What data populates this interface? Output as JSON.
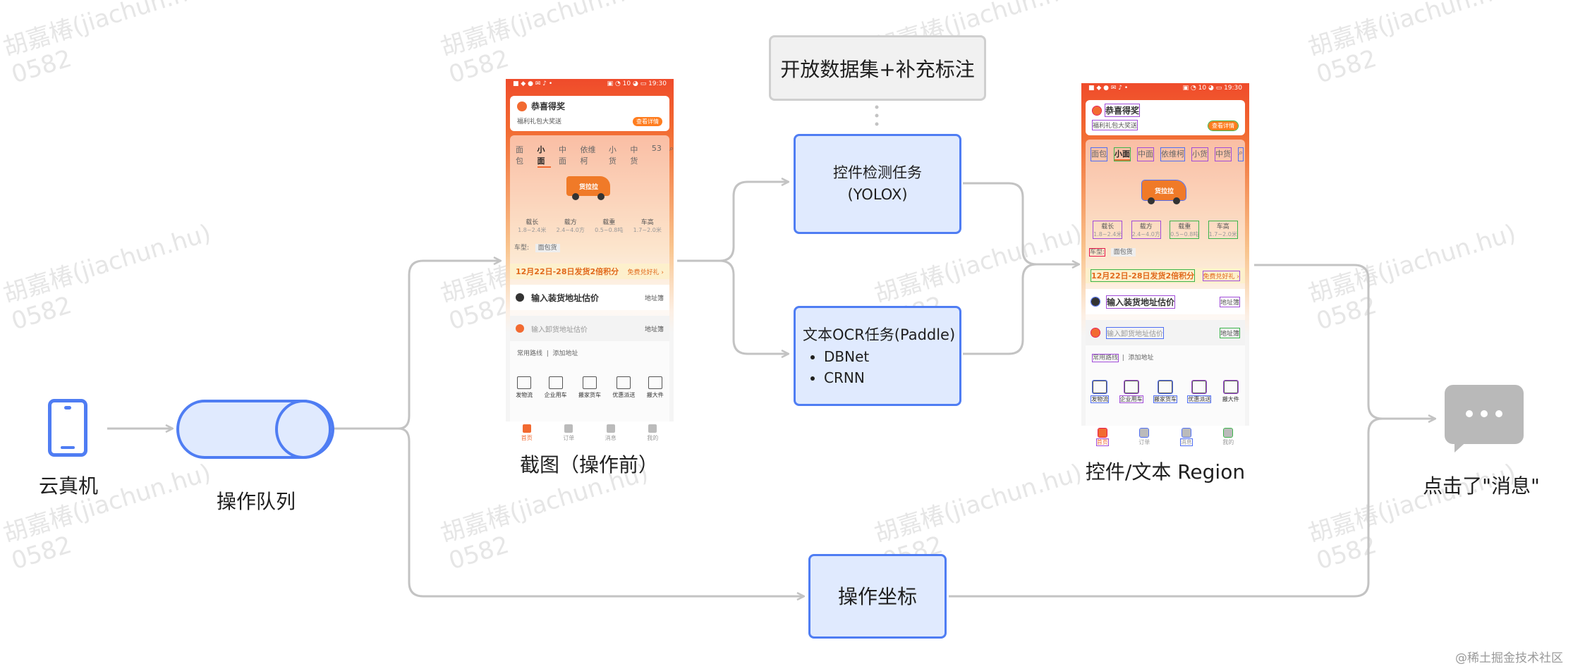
{
  "watermark": {
    "line1": "胡嘉椿(jiachun.hu)",
    "line2": "0582"
  },
  "nodes": {
    "cloud_phone": "云真机",
    "op_queue": "操作队列",
    "screenshot_caption": "截图（操作前）",
    "open_dataset": "开放数据集+补充标注",
    "widget_task": {
      "line1": "控件检测任务",
      "line2": "(YOLOX)"
    },
    "ocr_task": {
      "title": "文本OCR任务(Paddle)",
      "items": [
        "DBNet",
        "CRNN"
      ]
    },
    "op_coord": "操作坐标",
    "region_caption": "控件/文本 Region",
    "result": "点击了\"消息\""
  },
  "phone": {
    "status_left": "■ ◆ ● ✉ ♪ •",
    "status_right": "▣ ◔ 10 ◕ ▭ 19:30",
    "card_title": "恭喜得奖",
    "card_sub": "福利礼包大奖送",
    "card_btn": "查看详情",
    "tabs": [
      "面包",
      "小面",
      "中面",
      "依维柯",
      "小货",
      "中货",
      "53"
    ],
    "van_label": "货拉拉",
    "specs": [
      {
        "label": "载长",
        "value": "1.8~2.4米"
      },
      {
        "label": "载方",
        "value": "2.4~4.0方"
      },
      {
        "label": "载重",
        "value": "0.5~0.8吨"
      },
      {
        "label": "车高",
        "value": "1.7~2.0米"
      }
    ],
    "vehicle_type_label": "车型:",
    "vehicle_type_value": "面包货",
    "promo": "12月22日-28日发货2倍积分",
    "promo_right": "免费兑好礼 ›",
    "addr_from": "输入装货地址估价",
    "addr_to": "输入卸货地址估价",
    "addr_btn": "地址簿",
    "links": [
      "常用路线",
      "添加地址"
    ],
    "funcs": [
      "发物流",
      "企业用车",
      "搬家货车",
      "优惠派送",
      "搬大件"
    ],
    "nav": [
      "首页",
      "订单",
      "消息",
      "我的"
    ]
  },
  "footer": "@稀土掘金技术社区",
  "colors": {
    "accent": "#4f7df3",
    "box_fill": "#e0eafe",
    "arrow": "#c3c3c3",
    "result_icon": "#b9b9b9"
  }
}
